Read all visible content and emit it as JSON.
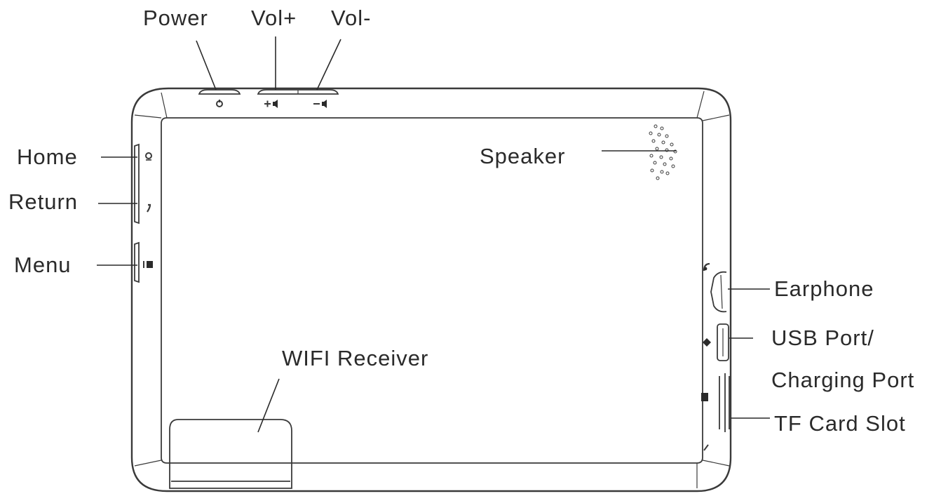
{
  "labels": {
    "power": "Power",
    "vol_plus": "Vol+",
    "vol_minus": "Vol-",
    "home": "Home",
    "return": "Return",
    "menu": "Menu",
    "speaker": "Speaker",
    "earphone": "Earphone",
    "usb_port": "USB Port/",
    "charging_port": "Charging Port",
    "tf_card_slot": "TF Card Slot",
    "wifi_receiver": "WIFI Receiver"
  },
  "colors": {
    "line": "#3a3a3a",
    "text": "#2a2a2a",
    "background": "#ffffff"
  },
  "icons": {
    "power_symbol": "power-icon",
    "vol_plus_symbol": "volume-up-icon",
    "vol_minus_symbol": "volume-down-icon",
    "home_symbol": "home-icon",
    "return_symbol": "return-icon",
    "menu_symbol": "menu-icon",
    "earphone_symbol": "headphone-icon",
    "usb_symbol": "usb-icon",
    "tf_symbol": "sd-card-icon"
  }
}
